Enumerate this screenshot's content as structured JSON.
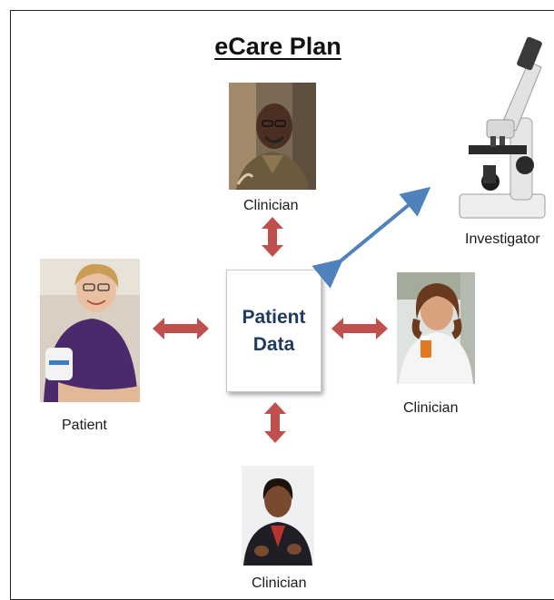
{
  "title": "eCare Plan",
  "center": {
    "line1": "Patient",
    "line2": "Data"
  },
  "nodes": {
    "top": {
      "label": "Clinician",
      "icon": "clinician-man-photo"
    },
    "left": {
      "label": "Patient",
      "icon": "patient-woman-photo"
    },
    "right": {
      "label": "Clinician",
      "icon": "clinician-woman-lab-photo"
    },
    "bottom": {
      "label": "Clinician",
      "icon": "clinician-woman-photo"
    },
    "investigator": {
      "label": "Investigator",
      "icon": "microscope-icon"
    }
  },
  "colors": {
    "red_arrow": "#c0504d",
    "blue_arrow": "#4f81bd",
    "center_text": "#1f3b63"
  }
}
